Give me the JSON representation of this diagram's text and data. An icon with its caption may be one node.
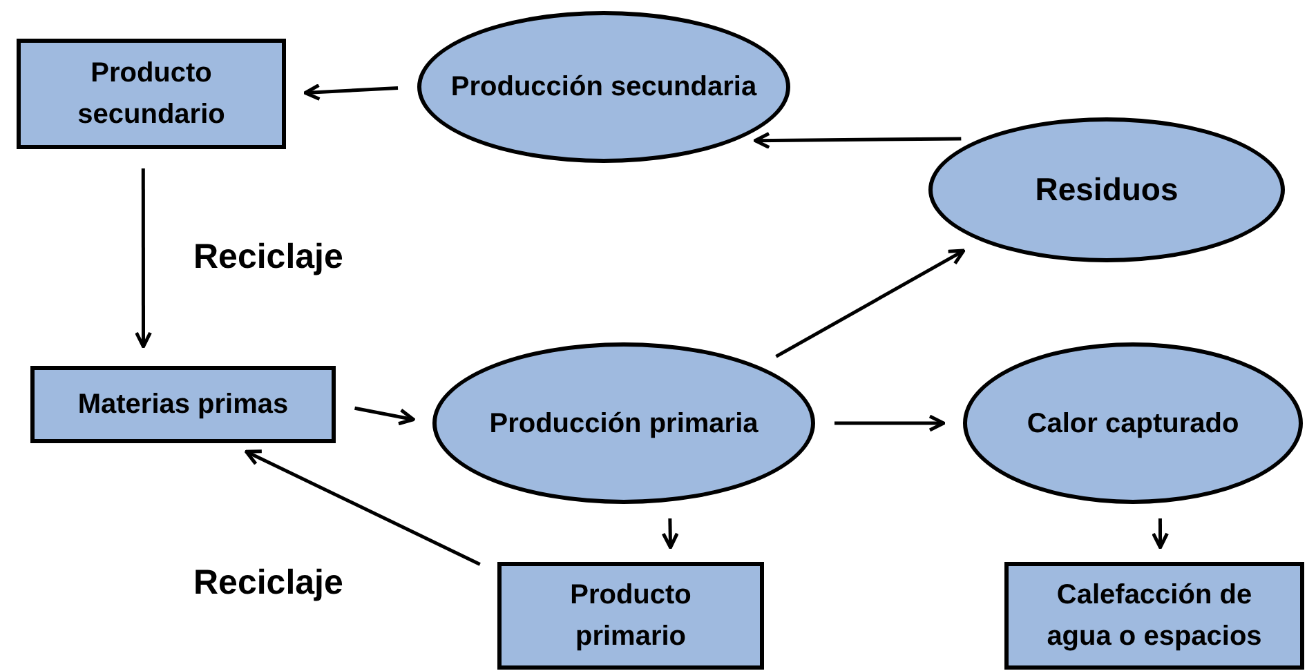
{
  "diagram": {
    "nodes": [
      {
        "text": [
          "Producto secundario"
        ]
      },
      {
        "text": [
          "Producción secundaria"
        ]
      },
      {
        "text": [
          "Residuos"
        ]
      },
      {
        "text": [
          "Materias primas"
        ]
      },
      {
        "text": [
          "Producción primaria"
        ]
      },
      {
        "text": [
          "Calor capturado"
        ]
      },
      {
        "text": [
          "Producto primario"
        ]
      },
      {
        "text": [
          "Calefacción de agua o espacios"
        ]
      }
    ],
    "edges": [
      {
        "from": 1,
        "to": 0,
        "arrow": "to"
      },
      {
        "from": 2,
        "to": 1,
        "arrow": "to"
      },
      {
        "from": 0,
        "to": 3,
        "arrow": "to",
        "label": "Reciclaje"
      },
      {
        "from": 3,
        "to": 4,
        "arrow": "to"
      },
      {
        "from": 4,
        "to": 2,
        "arrow": "to"
      },
      {
        "from": 4,
        "to": 5,
        "arrow": "to"
      },
      {
        "from": 4,
        "to": 6,
        "arrow": "to"
      },
      {
        "from": 5,
        "to": 7,
        "arrow": "to"
      },
      {
        "from": 6,
        "to": 3,
        "arrow": "to",
        "label": "Reciclaje"
      }
    ]
  }
}
